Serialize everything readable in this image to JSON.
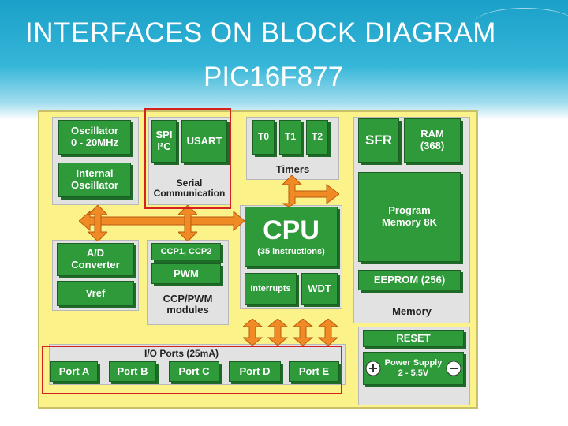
{
  "slide": {
    "title_line1": "INTERFACES ON BLOCK DIAGRAM",
    "title_line2": "PIC16F877"
  },
  "diagram": {
    "oscillator": "Oscillator\n0 - 20MHz",
    "internal_oscillator": "Internal\nOscillator",
    "spi_i2c": "SPI\nI²C",
    "usart": "USART",
    "serial_communication": "Serial\nCommunication",
    "t0": "T0",
    "t1": "T1",
    "t2": "T2",
    "timers": "Timers",
    "sfr": "SFR",
    "ram": "RAM\n(368)",
    "program_memory": "Program\nMemory 8K",
    "eeprom": "EEPROM (256)",
    "memory": "Memory",
    "cpu": "CPU",
    "cpu_instructions": "(35 instructions)",
    "interrupts": "Interrupts",
    "wdt": "WDT",
    "ad_converter": "A/D\nConverter",
    "vref": "Vref",
    "ccp": "CCP1, CCP2",
    "pwm": "PWM",
    "ccp_pwm_modules": "CCP/PWM\nmodules",
    "io_ports": "I/O Ports (25mA)",
    "ports": [
      "Port A",
      "Port B",
      "Port C",
      "Port D",
      "Port E"
    ],
    "reset": "RESET",
    "power_supply": "Power Supply\n2 - 5.5V"
  },
  "colors": {
    "block_green": "#2e9a3a",
    "board_yellow": "#fbf38a",
    "arrow_orange": "#f08a24",
    "highlight_red": "#d42020"
  }
}
